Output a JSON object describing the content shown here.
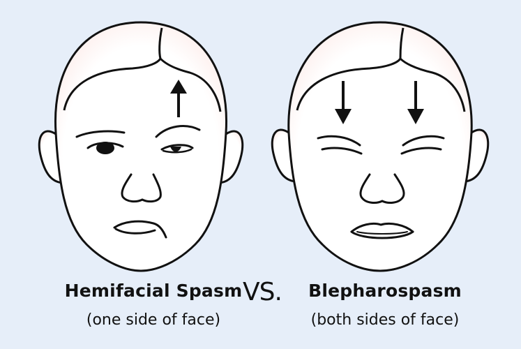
{
  "background_color": "#e6eef9",
  "face_fill": "#ffffff",
  "face_tint": "#fde9e6",
  "line_color": "#111111",
  "left_panel": {
    "title": "Hemifacial Spasm",
    "subtitle": "(one side of face)",
    "arrow_icon": "arrow-up-icon"
  },
  "separator": "VS.",
  "right_panel": {
    "title": "Blepharospasm",
    "subtitle": "(both sides of face)",
    "arrow_icon": "arrow-down-icon"
  }
}
